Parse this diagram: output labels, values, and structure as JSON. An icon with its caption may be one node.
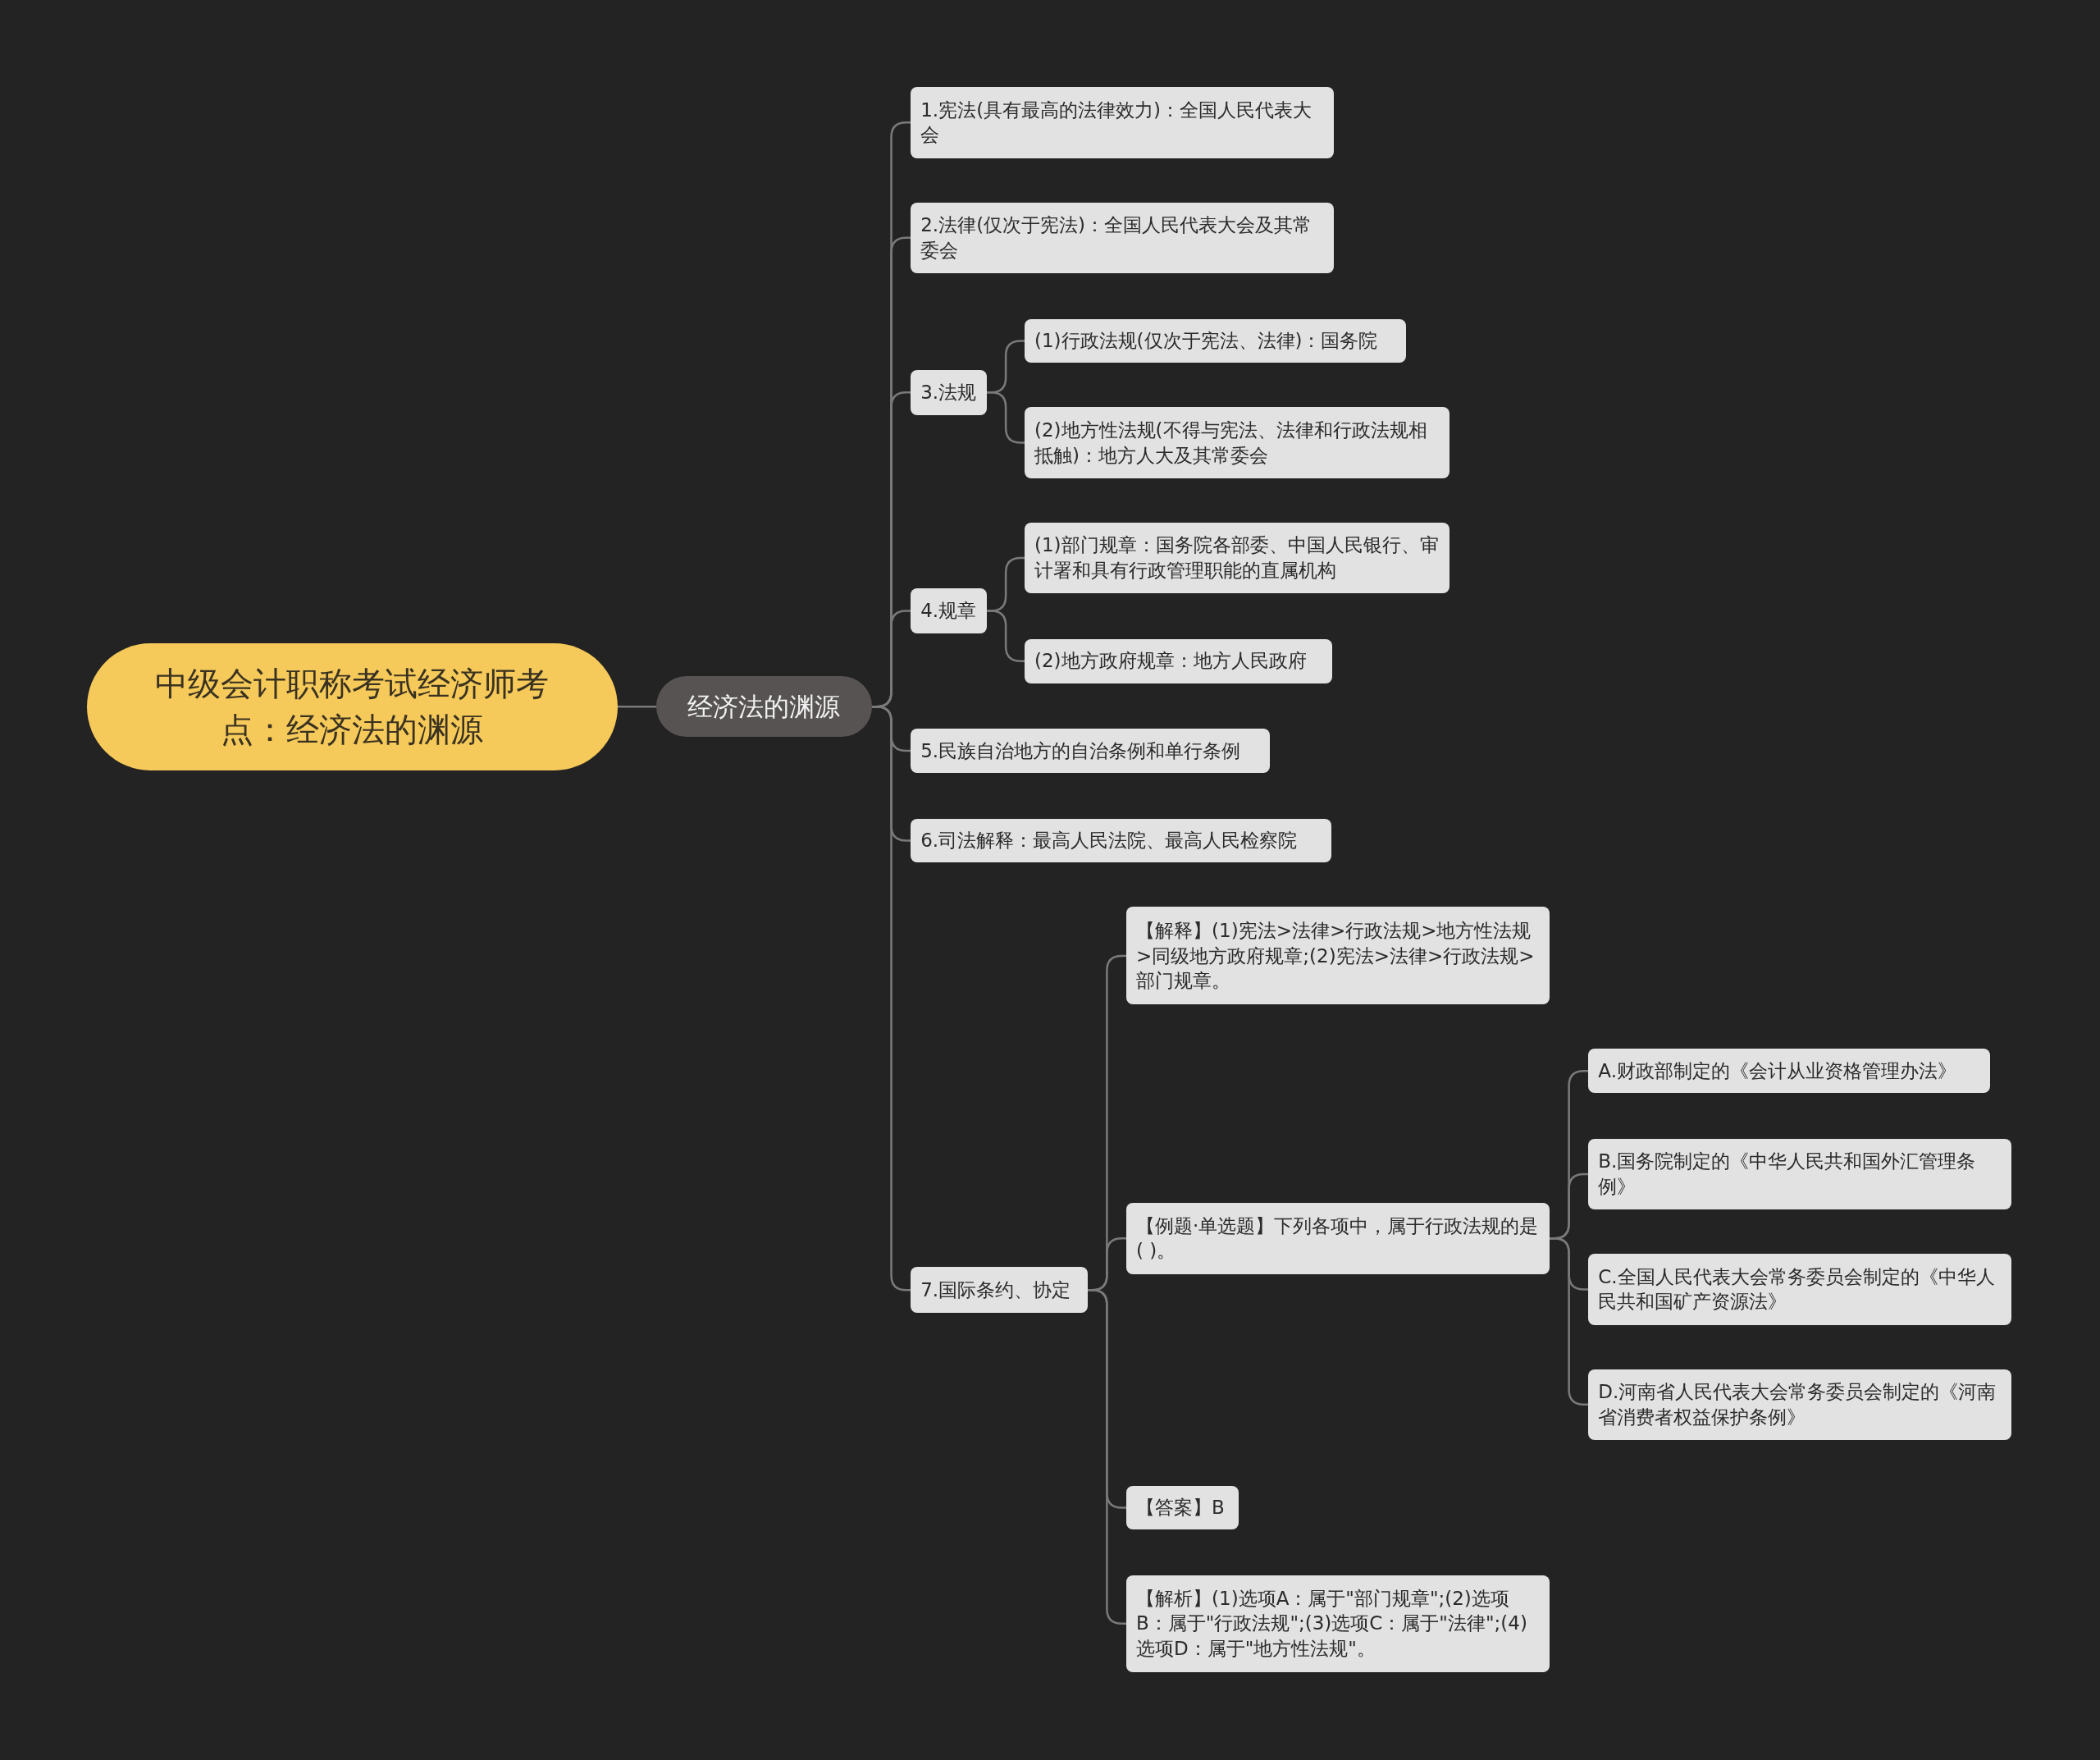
{
  "diagram": {
    "nodes": [
      {
        "text": [
          "中级会计职称考试经济师考点：经济法的渊源"
        ]
      },
      {
        "text": [
          "经济法的渊源"
        ]
      },
      {
        "text": [
          "1.宪法(具有最高的法律效力)：全国人民代表大会"
        ]
      },
      {
        "text": [
          "2.法律(仅次于宪法)：全国人民代表大会及其常委会"
        ]
      },
      {
        "text": [
          "3.法规"
        ]
      },
      {
        "text": [
          "(1)行政法规(仅次于宪法、法律)：国务院"
        ]
      },
      {
        "text": [
          "(2)地方性法规(不得与宪法、法律和行政法规相抵触)：地方人大及其常委会"
        ]
      },
      {
        "text": [
          "4.规章"
        ]
      },
      {
        "text": [
          "(1)部门规章：国务院各部委、中国人民银行、审计署和具有行政管理职能的直属机构"
        ]
      },
      {
        "text": [
          "(2)地方政府规章：地方人民政府"
        ]
      },
      {
        "text": [
          "5.民族自治地方的自治条例和单行条例"
        ]
      },
      {
        "text": [
          "6.司法解释：最高人民法院、最高人民检察院"
        ]
      },
      {
        "text": [
          "7.国际条约、协定"
        ]
      },
      {
        "text": [
          "【解释】(1)宪法>法律>行政法规>地方性法规>同级地方政府规章;(2)宪法>法律>行政法规>部门规章。"
        ]
      },
      {
        "text": [
          "【例题·单选题】下列各项中，属于行政法规的是( )。"
        ]
      },
      {
        "text": [
          "A.财政部制定的《会计从业资格管理办法》"
        ]
      },
      {
        "text": [
          "B.国务院制定的《中华人民共和国外汇管理条例》"
        ]
      },
      {
        "text": [
          "C.全国人民代表大会常务委员会制定的《中华人民共和国矿产资源法》"
        ]
      },
      {
        "text": [
          "D.河南省人民代表大会常务委员会制定的《河南省消费者权益保护条例》"
        ]
      },
      {
        "text": [
          "【答案】B"
        ]
      },
      {
        "text": [
          "【解析】(1)选项A：属于\"部门规章\";(2)选项B：属于\"行政法规\";(3)选项C：属于\"法律\";(4)选项D：属于\"地方性法规\"。"
        ]
      }
    ],
    "edges": [
      {
        "from": 0,
        "to": 1,
        "arrow": "none"
      },
      {
        "from": 1,
        "to": 2,
        "arrow": "none"
      },
      {
        "from": 1,
        "to": 3,
        "arrow": "none"
      },
      {
        "from": 1,
        "to": 4,
        "arrow": "none"
      },
      {
        "from": 4,
        "to": 5,
        "arrow": "none"
      },
      {
        "from": 4,
        "to": 6,
        "arrow": "none"
      },
      {
        "from": 1,
        "to": 7,
        "arrow": "none"
      },
      {
        "from": 7,
        "to": 8,
        "arrow": "none"
      },
      {
        "from": 7,
        "to": 9,
        "arrow": "none"
      },
      {
        "from": 1,
        "to": 10,
        "arrow": "none"
      },
      {
        "from": 1,
        "to": 11,
        "arrow": "none"
      },
      {
        "from": 1,
        "to": 12,
        "arrow": "none"
      },
      {
        "from": 12,
        "to": 13,
        "arrow": "none"
      },
      {
        "from": 12,
        "to": 14,
        "arrow": "none"
      },
      {
        "from": 14,
        "to": 15,
        "arrow": "none"
      },
      {
        "from": 14,
        "to": 16,
        "arrow": "none"
      },
      {
        "from": 14,
        "to": 17,
        "arrow": "none"
      },
      {
        "from": 14,
        "to": 18,
        "arrow": "none"
      },
      {
        "from": 12,
        "to": 19,
        "arrow": "none"
      },
      {
        "from": 12,
        "to": 20,
        "arrow": "none"
      }
    ]
  }
}
